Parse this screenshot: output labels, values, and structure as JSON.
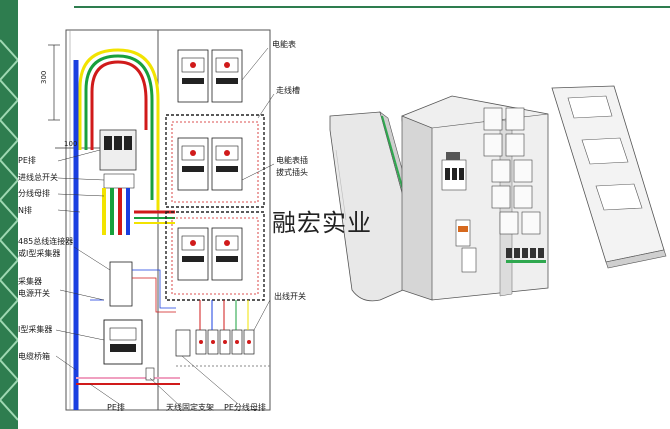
{
  "colors": {
    "accent_green": "#2e7d4f",
    "phase_yellow": "#f2e300",
    "phase_green": "#18a03c",
    "phase_red": "#d01a1a",
    "neutral_blue": "#1a3fe0",
    "dash_black": "#222222",
    "box_gray": "#d9d9d9"
  },
  "labels": {
    "dim_300": "300",
    "dim_100": "100",
    "pe_bar": "PE排",
    "main_switch": "进线总开关",
    "branch_busbar": "分线母排",
    "n_bar": "N排",
    "conn_485_a": "485总线连接器",
    "conn_485_b": "或I型采集器",
    "collector_a": "采集器",
    "collector_b": "电源开关",
    "type1_collector": "I型采集器",
    "cable_tray": "电缆桥箱",
    "pe_bar_bottom": "PE排",
    "antenna_bracket": "天线固定支架",
    "pe_branch_bar": "PE分线母排",
    "meter": "电能表",
    "wire_duct": "走线槽",
    "meter_socket_a": "电能表插",
    "meter_socket_b": "拔式插头",
    "outgoing_switch": "出线开关"
  },
  "watermark": "融宏实业"
}
